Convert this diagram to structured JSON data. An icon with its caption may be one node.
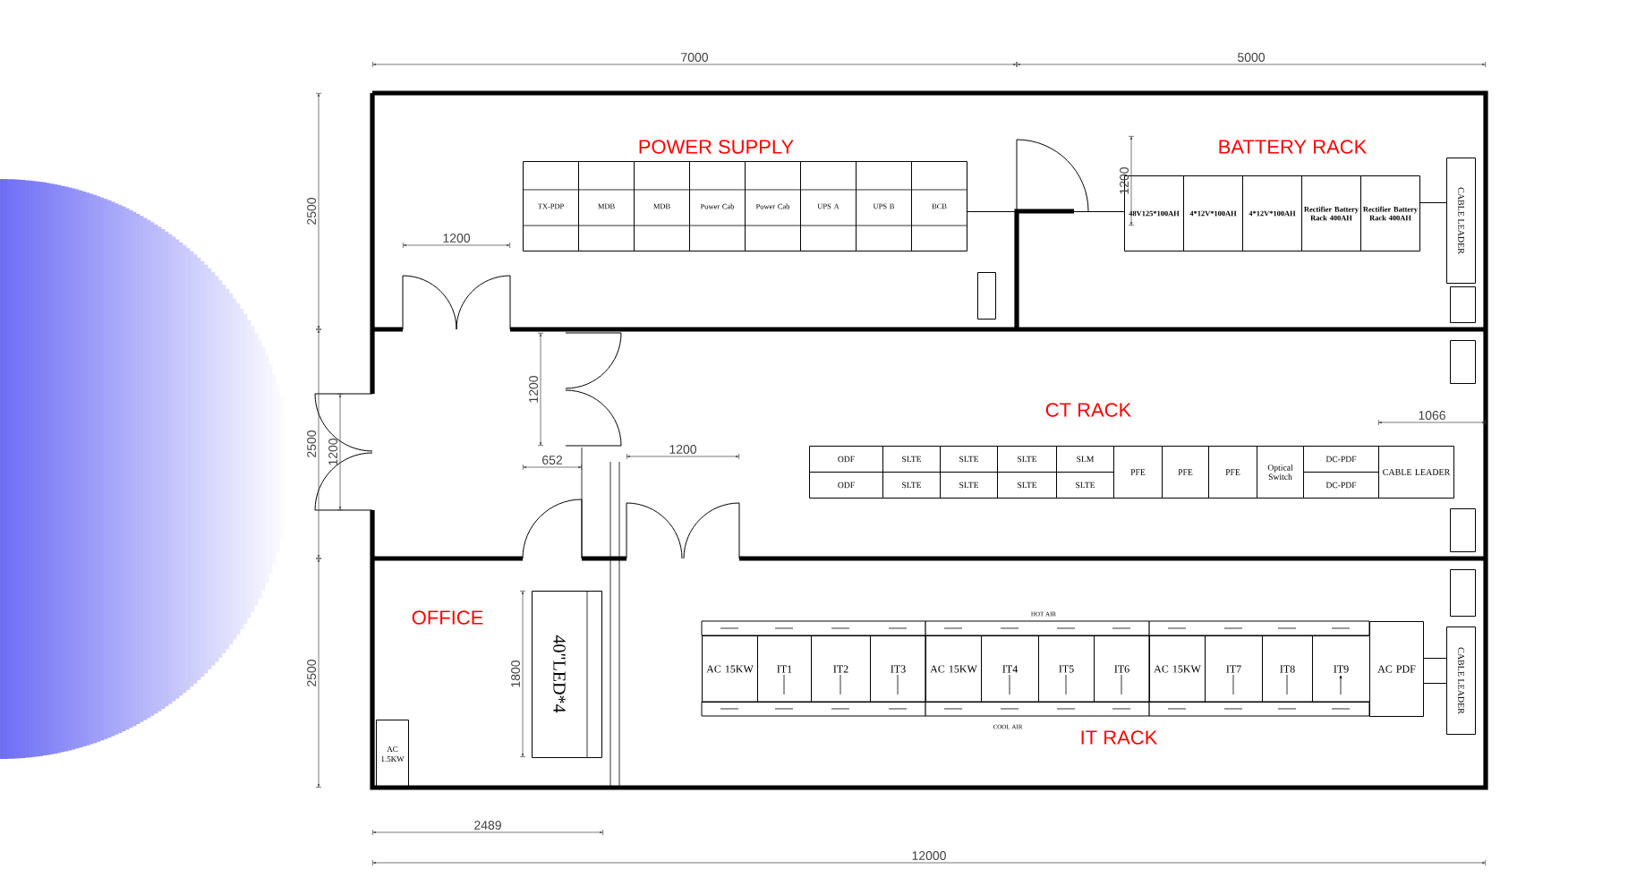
{
  "diagram": {
    "nodes": [
      {
        "text": [
          "TX-PDP"
        ]
      },
      {
        "text": [
          "MDB"
        ]
      },
      {
        "text": [
          "MDB"
        ]
      },
      {
        "text": [
          "Power Cab"
        ]
      },
      {
        "text": [
          "Power Cab"
        ]
      },
      {
        "text": [
          "UPS A"
        ]
      },
      {
        "text": [
          "UPS B"
        ]
      },
      {
        "text": [
          "BCB"
        ]
      },
      {
        "text": [
          "48V125*100AH"
        ]
      },
      {
        "text": [
          "4*12V*100AH"
        ]
      },
      {
        "text": [
          "4*12V*100AH"
        ]
      },
      {
        "text": [
          "Rectifier Battery Rack 400AH"
        ]
      },
      {
        "text": [
          "Rectifier Battery Rack 400AH"
        ]
      },
      {
        "text": [],
        "shape": "box"
      },
      {
        "text": [
          "CABLE LEADER"
        ]
      },
      {
        "text": [],
        "shape": "box"
      },
      {
        "text": [],
        "shape": "box"
      },
      {
        "text": [
          "ODF"
        ]
      },
      {
        "text": [
          "ODF"
        ]
      },
      {
        "text": [
          "SLTE"
        ]
      },
      {
        "text": [
          "SLTE"
        ]
      },
      {
        "text": [
          "SLTE"
        ]
      },
      {
        "text": [
          "SLTE"
        ]
      },
      {
        "text": [
          "SLTE"
        ]
      },
      {
        "text": [
          "SLTE"
        ]
      },
      {
        "text": [
          "SLM"
        ]
      },
      {
        "text": [
          "SLTE"
        ]
      },
      {
        "text": [
          "PFE"
        ]
      },
      {
        "text": [
          "PFE"
        ]
      },
      {
        "text": [
          "PFE"
        ]
      },
      {
        "text": [
          "Optical Switch"
        ]
      },
      {
        "text": [
          "DC-PDF"
        ]
      },
      {
        "text": [
          "DC-PDF"
        ]
      },
      {
        "text": [
          "CABLE LEADER"
        ]
      },
      {
        "text": [],
        "shape": "box"
      },
      {
        "text": [
          "40\"LED*4"
        ]
      },
      {
        "text": [
          "AC 1.5KW"
        ]
      },
      {
        "text": [],
        "shape": "box"
      },
      {
        "text": [
          "CABLE LEADER"
        ]
      },
      {
        "text": [
          "AC 15KW"
        ]
      },
      {
        "text": [
          "IT1"
        ]
      },
      {
        "text": [
          "IT2"
        ]
      },
      {
        "text": [
          "IT3"
        ]
      },
      {
        "text": [
          "AC 15KW"
        ]
      },
      {
        "text": [
          "IT4"
        ]
      },
      {
        "text": [
          "IT5"
        ]
      },
      {
        "text": [
          "IT6"
        ]
      },
      {
        "text": [
          "AC 15KW"
        ]
      },
      {
        "text": [
          "IT7"
        ]
      },
      {
        "text": [
          "IT8"
        ]
      },
      {
        "text": [
          "IT9"
        ]
      },
      {
        "text": [
          "AC PDF"
        ]
      }
    ],
    "edges": [
      {
        "from": 12,
        "to": 14,
        "arrow": "none"
      },
      {
        "from": 51,
        "to": 38,
        "arrow": "none"
      },
      {
        "from": 51,
        "to": 38,
        "arrow": "none"
      },
      {
        "from": 7,
        "to": 8,
        "arrow": "none"
      }
    ],
    "labels": [
      "7000",
      "5000",
      "POWER SUPPLY",
      "BATTERY RACK",
      "2500",
      "1200",
      "1200",
      "2500",
      "1200",
      "CT RACK",
      "1066",
      "1200",
      "652",
      "1200",
      "2500",
      "OFFICE",
      "HOT AIR",
      "1800",
      "COOL AIR",
      "IT RACK",
      "2489",
      "12000"
    ]
  }
}
